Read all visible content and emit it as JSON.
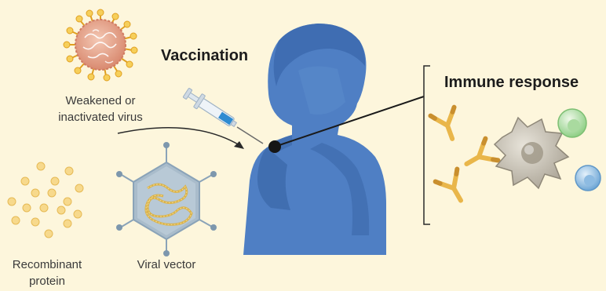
{
  "labels": {
    "vaccination": "Vaccination",
    "immune_response": "Immune response",
    "weakened_line1": "Weakened or",
    "weakened_line2": "inactivated virus",
    "recombinant_line1": "Recombinant",
    "recombinant_line2": "protein",
    "viral_vector": "Viral vector"
  },
  "colors": {
    "background": "#fdf6dc",
    "person": "#4f7fc4",
    "person_shadow": "#3a66a8",
    "virus_body": "#e9a58c",
    "virus_spike": "#f0c24a",
    "protein_dot": "#f7d98c",
    "vector_capsid": "#a9bccb",
    "antibody": "#e9b64a",
    "cell_body": "#c9c3b3",
    "cell_green": "#c4e6b8",
    "cell_blue": "#a7cbe8",
    "syringe_liquid": "#2e8bd1"
  }
}
